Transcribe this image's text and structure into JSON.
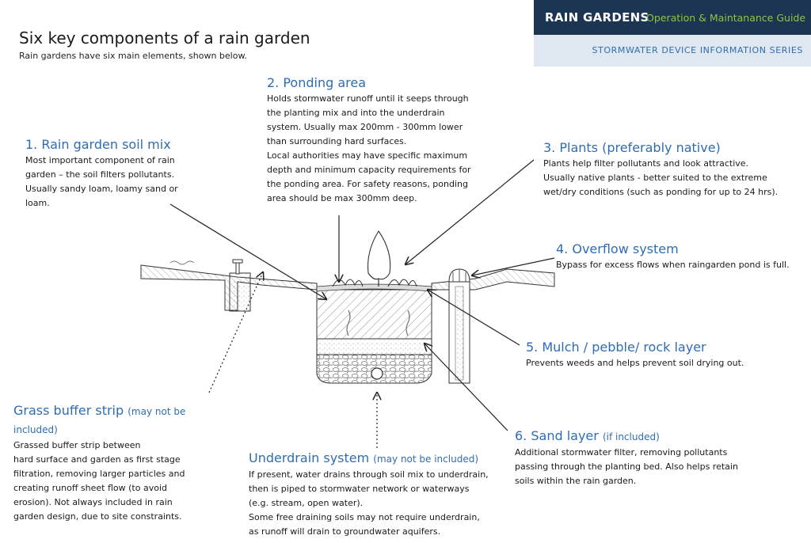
{
  "header": {
    "brand": "RAIN GARDENS",
    "guide": "Operation & Maintanance Guide",
    "series": "STORMWATER DEVICE INFORMATION SERIES"
  },
  "title": "Six key components of a rain garden",
  "subtitle": "Rain gardens have six main elements, shown below.",
  "components": {
    "soil_mix": {
      "heading": "1. Rain garden soil mix",
      "text": "Most important component of rain\ngarden – the soil filters pollutants.\nUsually sandy loam, loamy sand or\nloam."
    },
    "ponding": {
      "heading": "2. Ponding area",
      "text": "Holds stormwater runoff until it seeps through\nthe planting mix and into the underdrain\nsystem.  Usually max 200mm - 300mm lower\nthan surrounding hard surfaces.\nLocal authorities may have specific maximum\ndepth and minimum capacity requirements for\nthe ponding area.  For safety reasons, ponding\narea should be max 300mm deep."
    },
    "plants": {
      "heading": "3. Plants (preferably native)",
      "text": "Plants help filter pollutants and look attractive.\nUsually native plants - better suited to the extreme\nwet/dry conditions (such as ponding for up to 24 hrs)."
    },
    "overflow": {
      "heading": "4. Overflow system",
      "text": "Bypass for excess flows when raingarden pond is full."
    },
    "mulch": {
      "heading": "5. Mulch / pebble/ rock layer",
      "text": "Prevents weeds and helps prevent soil drying out."
    },
    "sand": {
      "heading": "6. Sand layer",
      "note": "(if included)",
      "text": "Additional stormwater filter, removing pollutants\npassing through the planting bed.  Also helps retain\nsoils within the rain garden."
    },
    "grass": {
      "heading": "Grass buffer strip",
      "note": "(may not be\nincluded)",
      "text": "Grassed buffer strip between\nhard surface and garden as first stage\nfiltration, removing larger particles and\ncreating runoff sheet flow (to avoid\nerosion). Not always included in rain\ngarden design, due to site constraints."
    },
    "underdrain": {
      "heading": "Underdrain system",
      "note": "(may not be included)",
      "text": "If present, water drains through soil mix to underdrain,\nthen is piped to stormwater network or waterways\n(e.g. stream, open water).\nSome free draining soils may not require underdrain,\nas runoff will drain to groundwater aquifers."
    }
  },
  "colors": {
    "header_dark": "#1c3553",
    "header_light": "#dfe7f1",
    "accent_green": "#8dc63f",
    "accent_blue": "#2f6db3"
  }
}
